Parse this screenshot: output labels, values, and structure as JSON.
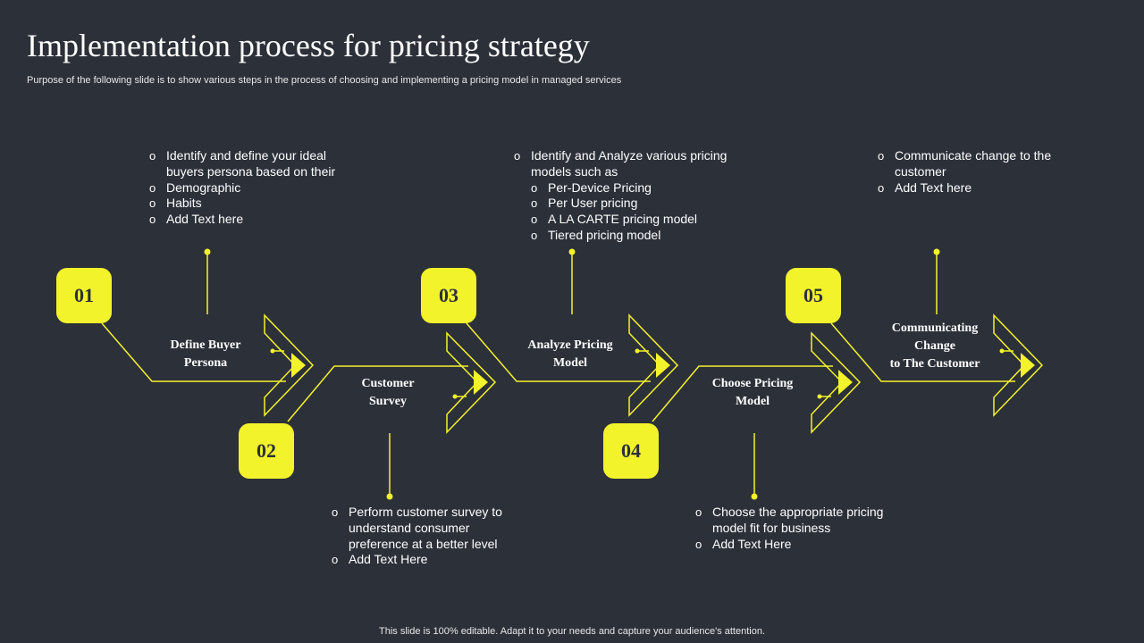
{
  "title": "Implementation process for pricing strategy",
  "subtitle": "Purpose of the following slide is to show various steps in the process of choosing and implementing a pricing model in managed services",
  "footer": "This slide is 100% editable. Adapt it to your needs and capture your audience's attention.",
  "colors": {
    "background": "#2c3039",
    "accent": "#f3f32c",
    "text": "#ffffff"
  },
  "steps": [
    {
      "number": "01",
      "label": [
        "Define Buyer",
        "Persona"
      ],
      "bullets": [
        "Identify and define your ideal buyers persona based on their",
        "Demographic",
        "Habits",
        "Add Text here"
      ]
    },
    {
      "number": "02",
      "label": [
        "Customer",
        "Survey"
      ],
      "bullets": [
        "Perform customer survey to understand consumer preference at a better level",
        "Add Text Here"
      ]
    },
    {
      "number": "03",
      "label": [
        "Analyze Pricing",
        "Model"
      ],
      "bullets": [
        "Identify and Analyze various pricing models such as",
        "Per-Device Pricing",
        "Per User pricing",
        "A LA CARTE pricing model",
        "Tiered pricing model"
      ]
    },
    {
      "number": "04",
      "label": [
        "Choose Pricing",
        "Model"
      ],
      "bullets": [
        "Choose the appropriate pricing model fit for business",
        "Add Text Here"
      ]
    },
    {
      "number": "05",
      "label": [
        "Communicating",
        "Change",
        "to The Customer"
      ],
      "bullets": [
        "Communicate change to the customer",
        "Add Text here"
      ]
    }
  ]
}
